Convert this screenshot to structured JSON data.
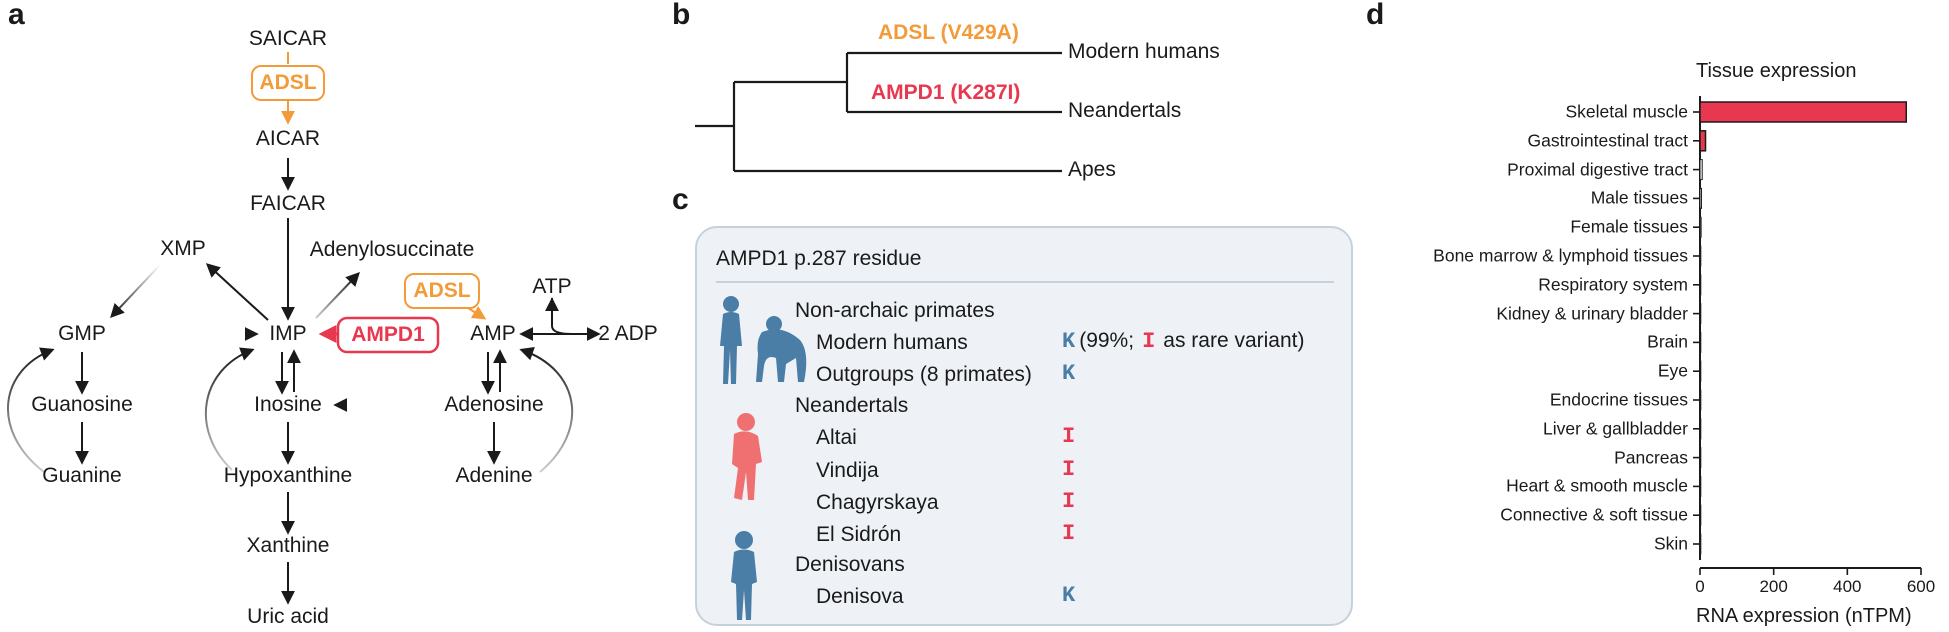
{
  "colors": {
    "orange": "#f29b38",
    "red": "#e8384f",
    "blue": "#4a7ea6",
    "panel_bg": "#eef2f6",
    "panel_border": "#c5d1dc"
  },
  "panel_a": {
    "label": "a",
    "metabolites": {
      "saicar": "SAICAR",
      "aicar": "AICAR",
      "faicar": "FAICAR",
      "adenylosuccinate": "Adenylosuccinate",
      "xmp": "XMP",
      "atp": "ATP",
      "gmp": "GMP",
      "imp": "IMP",
      "amp": "AMP",
      "adp": "2 ADP",
      "guanosine": "Guanosine",
      "inosine": "Inosine",
      "adenosine": "Adenosine",
      "guanine": "Guanine",
      "hypoxanthine": "Hypoxanthine",
      "adenine": "Adenine",
      "xanthine": "Xanthine",
      "uric_acid": "Uric acid"
    },
    "enzymes": {
      "adsl_top": "ADSL",
      "adsl_right": "ADSL",
      "ampd1": "AMPD1"
    }
  },
  "panel_b": {
    "label": "b",
    "leaves": [
      "Modern humans",
      "Neandertals",
      "Apes"
    ],
    "mutations": {
      "adsl": "ADSL (V429A)",
      "ampd1": "AMPD1 (K287I)"
    }
  },
  "panel_c": {
    "label": "c",
    "title": "AMPD1 p.287 residue",
    "groups": [
      {
        "name": "Non-archaic primates",
        "rows": [
          {
            "name": "Modern humans",
            "residue": "K",
            "note_a": "(99%;",
            "rare": "I",
            "note_b": "as rare variant)"
          },
          {
            "name": "Outgroups (8 primates)",
            "residue": "K"
          }
        ]
      },
      {
        "name": "Neandertals",
        "rows": [
          {
            "name": "Altai",
            "residue": "I"
          },
          {
            "name": "Vindija",
            "residue": "I"
          },
          {
            "name": "Chagyrskaya",
            "residue": "I"
          },
          {
            "name": "El Sidrón",
            "residue": "I"
          }
        ]
      },
      {
        "name": "Denisovans",
        "rows": [
          {
            "name": "Denisova",
            "residue": "K"
          }
        ]
      }
    ]
  },
  "panel_d": {
    "label": "d",
    "chart_data": {
      "type": "bar",
      "orientation": "horizontal",
      "title": "Tissue expression",
      "xlabel": "RNA expression (nTPM)",
      "categories": [
        "Skeletal muscle",
        "Gastrointestinal tract",
        "Proximal digestive tract",
        "Male tissues",
        "Female tissues",
        "Bone marrow & lymphoid tissues",
        "Respiratory system",
        "Kidney & urinary bladder",
        "Brain",
        "Eye",
        "Endocrine tissues",
        "Liver & gallbladder",
        "Pancreas",
        "Heart & smooth muscle",
        "Connective & soft tissue",
        "Skin"
      ],
      "values": [
        560,
        15,
        6,
        4,
        3,
        2,
        2,
        0.5,
        0.3,
        0.3,
        0.3,
        0.3,
        0.2,
        0.2,
        0.2,
        0.1
      ],
      "highlight_count": 2,
      "xlim": [
        0,
        600
      ],
      "xticks": [
        0,
        200,
        400,
        600
      ],
      "grid": false,
      "legend": "none"
    }
  }
}
